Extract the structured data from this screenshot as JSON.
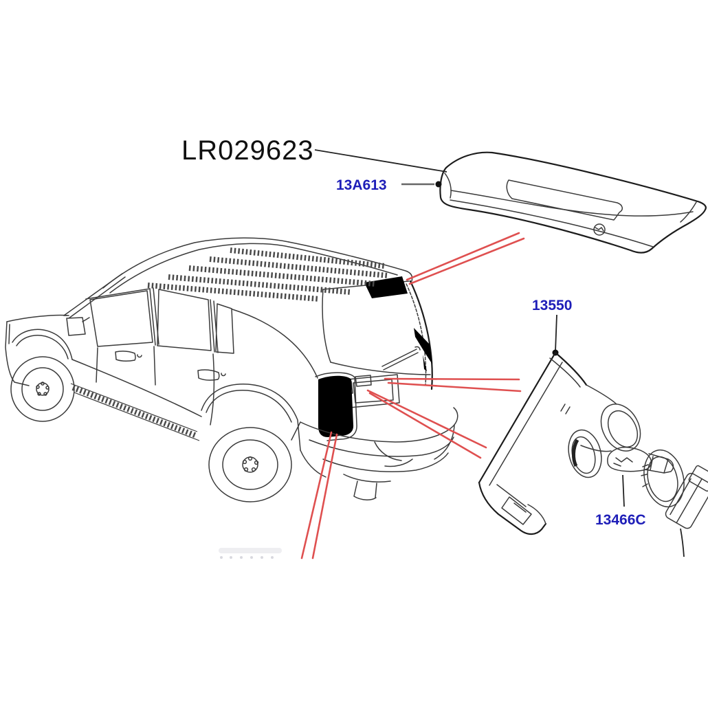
{
  "diagram": {
    "labels": {
      "main": "LR029623",
      "spoiler": "13A613",
      "lamp_housing": "13550",
      "bulb": "13466C"
    },
    "colors": {
      "part_link_blue": "#1e1eb8",
      "leader_red": "#df5050",
      "line_art_gray": "#3a3a3a",
      "highlight_black": "#000000",
      "background": "#ffffff"
    }
  }
}
